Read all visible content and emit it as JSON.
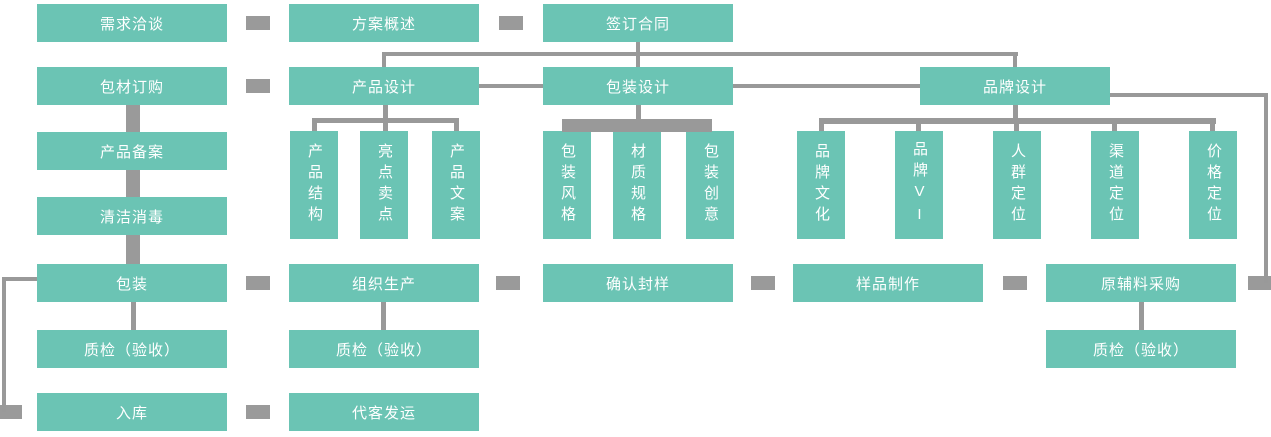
{
  "diagram": {
    "type": "flowchart",
    "colors": {
      "node_fill": "#6bc4b4",
      "node_text": "#ffffff",
      "connector": "#999999",
      "stub": "#9a9a9a",
      "background": "#ffffff"
    },
    "nodes": {
      "demand_negotiation": "需求洽谈",
      "plan_overview": "方案概述",
      "sign_contract": "签订合同",
      "packaging_material_order": "包材订购",
      "product_design": "产品设计",
      "packaging_design": "包装设计",
      "brand_design": "品牌设计",
      "product_structure": "产品结构",
      "highlight_selling_points": "亮点卖点",
      "product_copywriting": "产品文案",
      "packaging_style": "包装风格",
      "material_specs": "材质规格",
      "packaging_creativity": "包装创意",
      "brand_culture": "品牌文化",
      "brand_vi": "品牌VI",
      "audience_positioning": "人群定位",
      "channel_positioning": "渠道定位",
      "price_positioning": "价格定位",
      "product_filing": "产品备案",
      "cleaning_disinfection": "清洁消毒",
      "packaging": "包装",
      "organize_production": "组织生产",
      "confirm_sealed_sample": "确认封样",
      "sample_making": "样品制作",
      "raw_materials_procurement": "原辅料采购",
      "qc_left": "质检（验收）",
      "qc_mid": "质检（验收）",
      "qc_right": "质检（验收）",
      "warehousing": "入库",
      "consignment_shipping": "代客发运"
    }
  }
}
